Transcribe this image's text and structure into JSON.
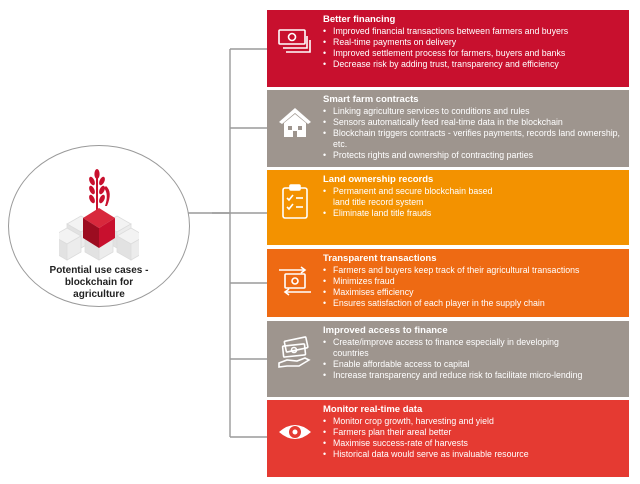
{
  "hub": {
    "label_lines": [
      "Potential use cases -",
      "blockchain for",
      "agriculture"
    ],
    "icon": "wheat-on-blocks-icon"
  },
  "colors": {
    "red": "#c8102e",
    "taupe": "#9e958e",
    "amber": "#f39200",
    "orange": "#ee6a13",
    "coral": "#e53a32",
    "connector": "#9a9a9a"
  },
  "cards": [
    {
      "title": "Better financing",
      "icon": "cash-stack-icon",
      "bullets": [
        "Improved financial transactions between farmers and buyers",
        "Real-time payments on delivery",
        "Improved settlement process for farmers, buyers and banks",
        "Decrease risk by adding trust, transparency and efficiency"
      ]
    },
    {
      "title": "Smart farm contracts",
      "icon": "house-icon",
      "bullets": [
        "Linking agriculture services to conditions and rules",
        "Sensors automatically feed real-time data in the blockchain",
        "Blockchain triggers contracts - verifies payments, records land ownership, etc.",
        "Protects rights and ownership of contracting parties"
      ]
    },
    {
      "title": "Land ownership records",
      "icon": "clipboard-checklist-icon",
      "bullets": [
        "Permanent and secure blockchain based land title record system",
        "Eliminate land title frauds"
      ]
    },
    {
      "title": "Transparent transactions",
      "icon": "exchange-cash-icon",
      "bullets": [
        "Farmers and buyers keep track of their agricultural transactions",
        "Minimizes fraud",
        "Maximises efficiency",
        "Ensures satisfaction of each player in the supply chain"
      ]
    },
    {
      "title": "Improved access to finance",
      "icon": "money-hand-icon",
      "bullets": [
        "Create/improve access to finance especially in developing countries",
        "Enable affordable access to capital",
        "Increase transparency and reduce risk to facilitate micro-lending"
      ]
    },
    {
      "title": "Monitor real-time data",
      "icon": "eye-icon",
      "bullets": [
        "Monitor crop growth, harvesting and yield",
        "Farmers plan their areal better",
        "Maximise success-rate of harvests",
        "Historical data would serve as invaluable resource"
      ]
    }
  ]
}
